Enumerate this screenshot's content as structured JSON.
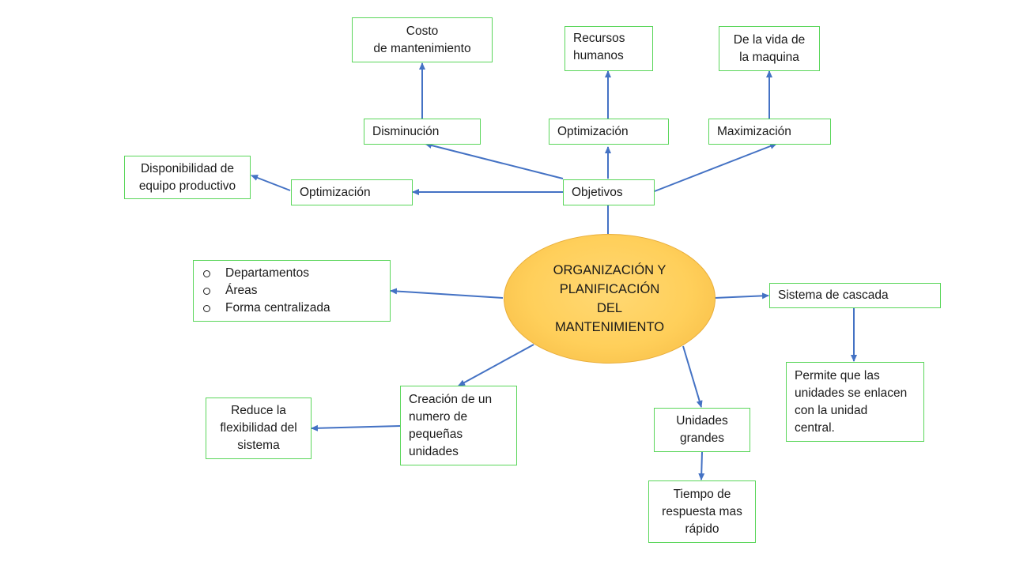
{
  "center": {
    "label": "ORGANIZACIÓN Y\nPLANIFICACIÓN\nDEL\nMANTENIMIENTO"
  },
  "objetivos": {
    "label": "Objetivos",
    "disminucion": "Disminución",
    "costo": "Costo\nde mantenimiento",
    "optimizacion_top": "Optimización",
    "recursos": "Recursos\nhumanos",
    "maximizacion": "Maximización",
    "vida": "De la vida de\nla maquina",
    "optimizacion_left": "Optimización",
    "disponibilidad": "Disponibilidad de\nequipo productivo"
  },
  "estructura": {
    "bullets": [
      "Departamentos",
      "Áreas",
      "Forma centralizada"
    ]
  },
  "cascada": {
    "label": "Sistema de cascada",
    "detail": "Permite que las\nunidades se enlacen\ncon la unidad\ncentral."
  },
  "pequenas": {
    "label": "Creación de un\nnumero de\npequeñas\nunidades",
    "result": "Reduce la\nflexibilidad del\nsistema"
  },
  "grandes": {
    "label": "Unidades\ngrandes",
    "result": "Tiempo de\nrespuesta mas\nrápido"
  },
  "colors": {
    "box_border": "#5ad65a",
    "arrow": "#4472c4",
    "center_fill": "#ffd35f"
  }
}
